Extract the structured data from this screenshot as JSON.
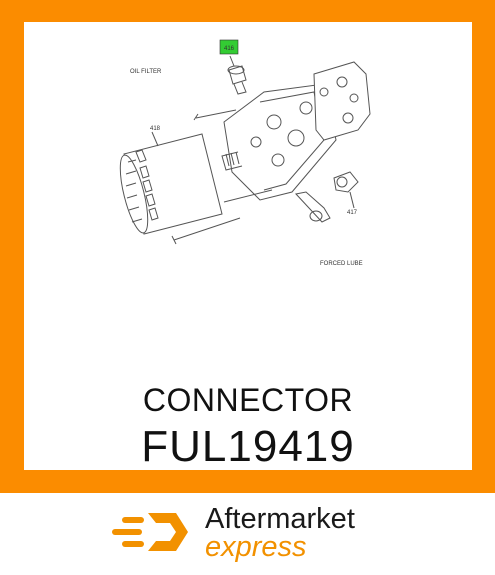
{
  "diagram": {
    "labels": {
      "oil_filter": "OIL FILTER",
      "forced_lube": "FORCED LUBE",
      "ref_416": "416",
      "ref_417": "417",
      "ref_418": "418"
    },
    "highlight_color": "#33cc33"
  },
  "part": {
    "name": "CONNECTOR",
    "number": "FUL19419"
  },
  "brand": {
    "line1": "Aftermarket",
    "line2": "express",
    "accent_color": "#fb8c00"
  }
}
